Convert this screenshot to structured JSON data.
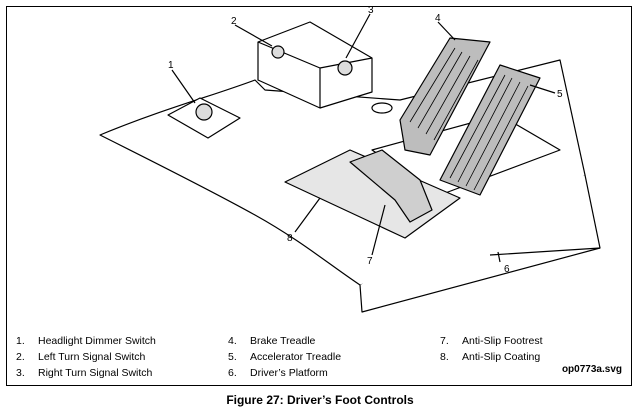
{
  "figure": {
    "callouts": [
      "1",
      "2",
      "3",
      "4",
      "5",
      "6",
      "7",
      "8"
    ],
    "legend": [
      {
        "num": "1.",
        "label": "Headlight Dimmer Switch"
      },
      {
        "num": "2.",
        "label": "Left Turn Signal Switch"
      },
      {
        "num": "3.",
        "label": "Right Turn Signal Switch"
      },
      {
        "num": "4.",
        "label": "Brake Treadle"
      },
      {
        "num": "5.",
        "label": "Accelerator Treadle"
      },
      {
        "num": "6.",
        "label": "Driver’s Platform"
      },
      {
        "num": "7.",
        "label": "Anti-Slip Footrest"
      },
      {
        "num": "8.",
        "label": "Anti-Slip Coating"
      }
    ],
    "file_ref": "op0773a.svg",
    "caption": "Figure 27:   Driver’s Foot Controls"
  }
}
